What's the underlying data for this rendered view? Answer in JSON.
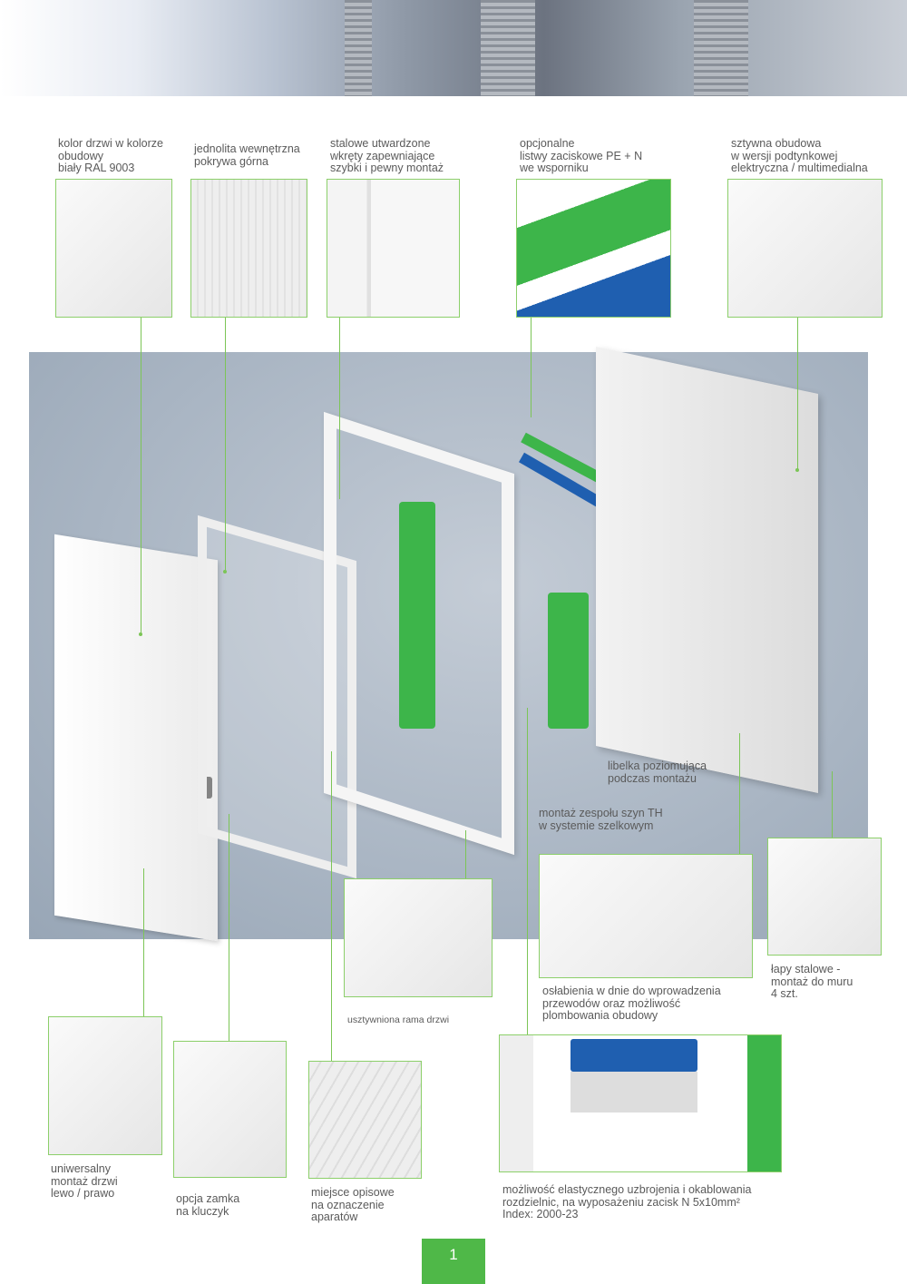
{
  "top_features": [
    {
      "text": "kolor drzwi w kolorze\nobudowy\nbiały RAL 9003"
    },
    {
      "text": "jednolita wewnętrzna\npokrywa górna"
    },
    {
      "text": "stalowe utwardzone\nwkręty zapewniające\nszybki i pewny montaż"
    },
    {
      "text": "opcjonalne\nlistwy zaciskowe PE + N\nwe wsporniku"
    },
    {
      "text": "sztywna obudowa\nw wersji podtynkowej\nelektryczna / multimedialna"
    }
  ],
  "callouts": {
    "level": "libelka poziomująca\npodczas montażu",
    "rails": "montaż zespołu szyn TH\nw systemie szelkowym",
    "frame": "usztywniona rama drzwi",
    "knockouts": "osłabienia w dnie do wprowadzenia\nprzewodów oraz możliwość\nplombowania obudowy",
    "brackets": "łapy stalowe -\nmontaż do muru\n4 szt."
  },
  "bottom_features": [
    {
      "text": "uniwersalny\nmontaż drzwi\nlewo / prawo"
    },
    {
      "text": "opcja zamka\nna kluczyk"
    },
    {
      "text": "miejsce opisowe\nna oznaczenie\naparatów"
    },
    {
      "text": "możliwość elastycznego uzbrojenia i okablowania\nrozdzielnic, na wyposażeniu zacisk N 5x10mm²\nIndex: 2000-23"
    }
  ],
  "page_number": "1",
  "colors": {
    "accent": "#4fb848",
    "line": "#7cc556",
    "blue": "#1f5fb0"
  }
}
